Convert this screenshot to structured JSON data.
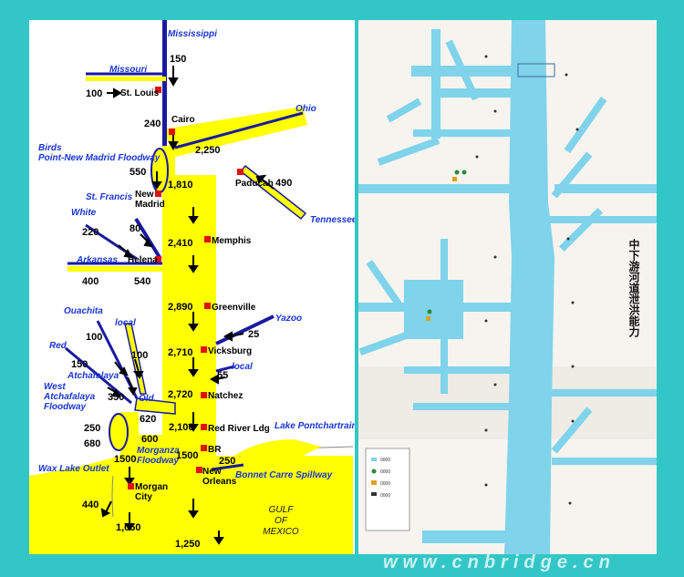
{
  "left_map": {
    "rivers": {
      "mississippi": "Mississippi",
      "missouri": "Missouri",
      "ohio": "Ohio",
      "tennessee": "Tennessee",
      "st_francis": "St. Francis",
      "white": "White",
      "arkansas": "Arkansas",
      "yazoo": "Yazoo",
      "ouachita": "Ouachita",
      "local_upper": "local",
      "red": "Red",
      "local_lower": "local",
      "old": "Old",
      "west_atchafalaya": "West Atchafalaya Floodway",
      "atchafalaya": "Atchafalaya",
      "wax_lake": "Wax Lake Outlet",
      "morganza": "Morganza Floodway",
      "birds_point": "Birds Point-New Madrid Floodway",
      "lake_pontchartrain": "Lake Pontchartrain",
      "bonnet_carre": "Bonnet Carre Spillway",
      "gulf": "GULF OF MEXICO"
    },
    "cities": {
      "st_louis": "St. Louis",
      "cairo": "Cairo",
      "new_madrid": "New Madrid",
      "paducah": "Paducah",
      "memphis": "Memphis",
      "helena": "Helena",
      "greenville": "Greenville",
      "vicksburg": "Vicksburg",
      "natchez": "Natchez",
      "red_river_ldg": "Red River Ldg",
      "br": "BR",
      "new_orleans": "New Orleans",
      "morgan_city": "Morgan City"
    },
    "flows": {
      "mississippi_in": "150",
      "missouri_in": "100",
      "st_louis_main": "240",
      "ohio_in": "2,250",
      "tennessee_in": "490",
      "birds_point": "550",
      "below_cairo": "1,810",
      "st_francis": "80",
      "memphis": "2,410",
      "white": "220",
      "arkansas": "400",
      "below_arkansas": "540",
      "greenville": "2,890",
      "yazoo": "25",
      "vicksburg": "2,710",
      "local_in": "55",
      "natchez": "2,720",
      "ouachita": "100",
      "local_upper": "100",
      "red": "150",
      "old": "350",
      "old_river_out": "620",
      "red_river_ldg": "2,100",
      "west_atchafalaya": "250",
      "atchafalaya_main": "680",
      "morganza": "600",
      "br": "1500",
      "lower_atchafalaya": "1500",
      "bonnet_carre": "250",
      "wax_lake": "440",
      "atchafalaya_mouth": "1,060",
      "mouth": "1,250"
    }
  },
  "right_map": {
    "side_title": "中下游河道泄洪能力",
    "legend_items": [
      "0000",
      "0000",
      "0000",
      "0000"
    ]
  },
  "watermark": "www.cnbridge.cn",
  "colors": {
    "frame": "#33c6c6",
    "channel": "#ffff00",
    "river_line": "#1a1aa0",
    "label_blue": "#1a35d6",
    "city_marker": "#e01010",
    "right_water": "#7fd3ea"
  }
}
